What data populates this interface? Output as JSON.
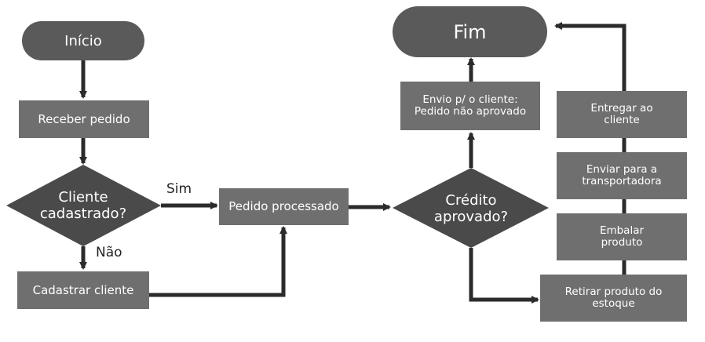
{
  "nodes": {
    "inicio": "Início",
    "receber_pedido": "Receber pedido",
    "cliente_cadastrado": "Cliente\ncadastrado?",
    "cadastrar_cliente": "Cadastrar cliente",
    "pedido_processado": "Pedido processado",
    "credito_aprovado": "Crédito\naprovado?",
    "envio_cliente": "Envio p/ o cliente:\nPedido não aprovado",
    "fim": "Fim",
    "retirar_produto": "Retirar produto do\nestoque",
    "embalar_produto": "Embalar\nproduto",
    "enviar_transportadora": "Enviar para a\ntransportadora",
    "entregar_cliente": "Entregar ao\ncliente"
  },
  "edge_labels": {
    "sim": "Sim",
    "nao": "Não"
  },
  "colors": {
    "terminal": "#5a5a5a",
    "process": "#6f6f6f",
    "decision": "#4a4a4a",
    "arrow": "#2b2b2b"
  }
}
